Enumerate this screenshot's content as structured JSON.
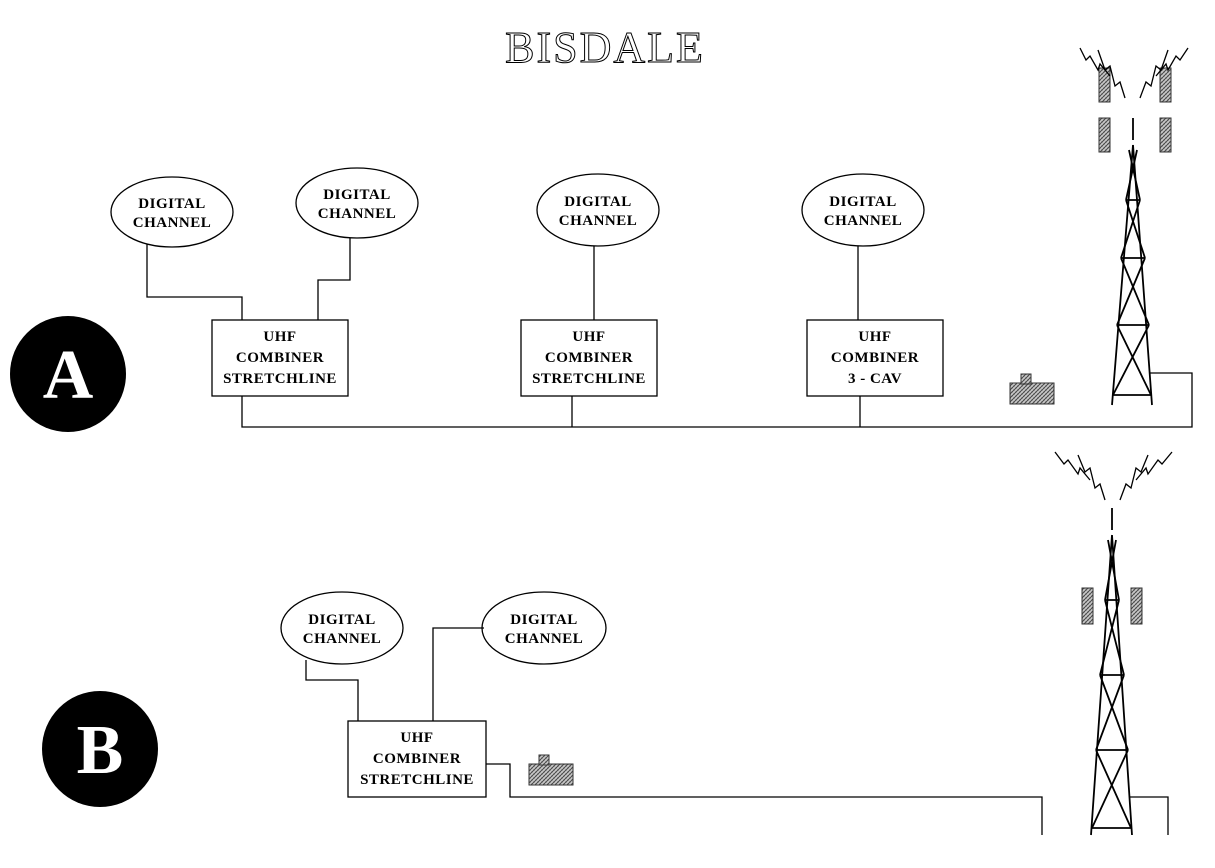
{
  "title": "BISDALE",
  "section_a": {
    "badge": "A",
    "channels": [
      {
        "line1": "DIGITAL",
        "line2": "CHANNEL"
      },
      {
        "line1": "DIGITAL",
        "line2": "CHANNEL"
      },
      {
        "line1": "DIGITAL",
        "line2": "CHANNEL"
      },
      {
        "line1": "DIGITAL",
        "line2": "CHANNEL"
      }
    ],
    "combiners": [
      {
        "line1": "UHF",
        "line2": "COMBINER",
        "line3": "STRETCHLINE"
      },
      {
        "line1": "UHF",
        "line2": "COMBINER",
        "line3": "STRETCHLINE"
      },
      {
        "line1": "UHF",
        "line2": "COMBINER",
        "line3": "3 - CAV"
      }
    ]
  },
  "section_b": {
    "badge": "B",
    "channels": [
      {
        "line1": "DIGITAL",
        "line2": "CHANNEL"
      },
      {
        "line1": "DIGITAL",
        "line2": "CHANNEL"
      }
    ],
    "combiners": [
      {
        "line1": "UHF",
        "line2": "COMBINER",
        "line3": "STRETCHLINE"
      }
    ]
  }
}
